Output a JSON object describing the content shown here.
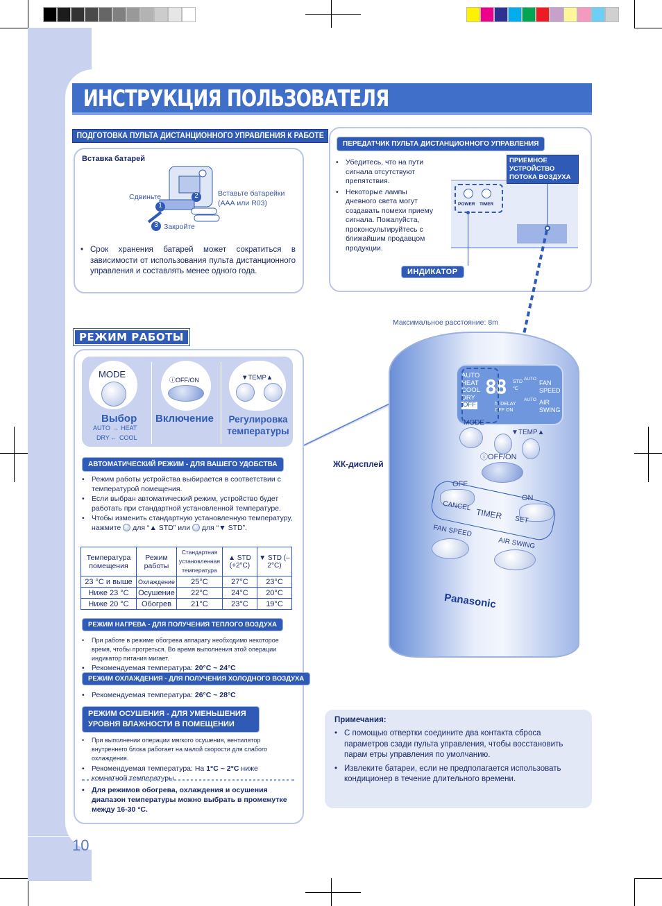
{
  "page": {
    "title": "ИНСТРУКЦИЯ ПОЛЬЗОВАТЕЛЯ",
    "page_number": "10"
  },
  "colors": {
    "primary": "#2f5bb7",
    "title_bar": "#3f6fc9",
    "side_band": "#c9d3ef",
    "notes_bg": "#e2e8f6",
    "text": "#1a2a6c"
  },
  "registration_strips": {
    "gray": [
      "#000000",
      "#1c1c1c",
      "#333333",
      "#4a4a4a",
      "#666666",
      "#808080",
      "#999999",
      "#b3b3b3",
      "#cccccc",
      "#e6e6e6",
      "#ffffff"
    ],
    "color": [
      "#fff200",
      "#ec008c",
      "#2e3192",
      "#00aeef",
      "#00a651",
      "#ed1c24",
      "#c7a0cb",
      "#fff799",
      "#f49ac1",
      "#6dcff6",
      "#d0d0d0"
    ]
  },
  "prep": {
    "header": "ПОДГОТОВКА ПУЛЬТА ДИСТАНЦИОННОГО УПРАВЛЕНИЯ К РАБОТЕ",
    "battery_title": "Вставка батарей",
    "slide_label": "Сдвиньте",
    "insert_label": "Вставьте батарейки (ААА или R03)",
    "close_label": "Закройте",
    "step1": "1",
    "step2": "2",
    "step3": "3",
    "note": "Срок хранения батарей может сократиться в зависимости от использования пульта дистанционного управления и составлять менее одного года."
  },
  "transmitter": {
    "header": "ПЕРЕДАТЧИК ПУЛЬТА ДИСТАНЦИОННОГО УПРАВЛЕНИЯ",
    "bullets": [
      "Убедитесь, что на пути сигнала отсутствуют препятствия.",
      "Некоторые лампы дневного света могут создавать помехи приему сигнала. Пожалуйста, проконсультируйтесь с ближайшим продавцом продукции."
    ],
    "receiver_label": "ПРИЕМНОЕ УСТРОЙСТВО ПОТОКА ВОЗДУХА",
    "indicator_label": "ИНДИКАТОР",
    "power_label": "POWER",
    "timer_label": "TIMER",
    "max_distance": "Максимальное расстояние: 8m"
  },
  "mode": {
    "header": "РЕЖИМ РАБОТЫ",
    "mode_button": "MODE",
    "offon_button": "ⓘOFF/ON",
    "temp_button": "▼TEMP▲",
    "select_label": "Выбор",
    "cycle_auto": "AUTO",
    "cycle_heat": "HEAT",
    "cycle_dry": "DRY",
    "cycle_cool": "COOL",
    "power_label": "Включение",
    "temp_label": "Регулировка температуры"
  },
  "auto_mode": {
    "header": "АВТОМАТИЧЕСКИЙ РЕЖИМ - ДЛЯ ВАШЕГО УДОБСТВА",
    "bullets": [
      "Режим работы устройства выбирается в соответствии с температурой помещения.",
      "Если выбран автоматический режим, устройство будет работать при стандартной установленной температуре."
    ],
    "bullet3_a": "Чтобы изменить стандартную установленную температуру, нажмите",
    "bullet3_b": "для “▲ STD” или",
    "bullet3_c": "для “▼ STD”.",
    "table_header": [
      "Температура помещения",
      "Режим работы",
      "Стандартная установленная температура",
      "▲ STD (+2°C)",
      "▼ STD (–2°C)"
    ],
    "table_rows": [
      [
        "23 °C и выше",
        "Охлаждение",
        "25°C",
        "27°C",
        "23°C"
      ],
      [
        "Ниже 23 °C",
        "Осушение",
        "22°C",
        "24°C",
        "20°C"
      ],
      [
        "Ниже 20 °C",
        "Обогрев",
        "21°C",
        "23°C",
        "19°C"
      ]
    ]
  },
  "heat_mode": {
    "header": "РЕЖИМ НАГРЕВА - ДЛЯ ПОЛУЧЕНИЯ ТЕПЛОГО ВОЗДУХА",
    "bullet1": "При работе в режиме обогрева аппарату необходимо некоторое время, чтобы прогреться. Во время выполнения этой операции индикатор питания мигает.",
    "bullet2_prefix": "Рекомендуемая температура:",
    "bullet2_value": "20°C ~ 24°C"
  },
  "cool_mode": {
    "header": "РЕЖИМ ОХЛАЖДЕНИЯ - ДЛЯ ПОЛУЧЕНИЯ ХОЛОДНОГО ВОЗДУХА",
    "bullet_prefix": "Рекомендуемая температура:",
    "bullet_value": "26°C ~ 28°C"
  },
  "dry_mode": {
    "header_line1": "РЕЖИМ ОСУШЕНИЯ - ДЛЯ УМЕНЬШЕНИЯ",
    "header_line2": "УРОВНЯ ВЛАЖНОСТИ В ПОМЕЩЕНИИ",
    "bullet1": "При выполнении операции мягкого осушения, вентилятор внутреннего блока работает на малой скорости для слабого охлаждения.",
    "bullet2_prefix": "Рекомендуемая температура: На",
    "bullet2_value": "1°C ~ 2°C",
    "bullet2_suffix": "ниже комнатной температуры.",
    "footer": "Для режимов обогрева, охлаждения и осушения диапазон температуры можно выбрать в промежутке между 16-30 °C."
  },
  "remote": {
    "lcd_label": "ЖК-дисплей",
    "lcd_modes": [
      "AUTO",
      "HEAT",
      "COOL",
      "DRY"
    ],
    "lcd_off": "OFF",
    "lcd_std": "STD",
    "lcd_digits": "88",
    "lcd_unit": "°C",
    "lcd_delay": "hr DELAY",
    "lcd_delay2": "OFF ON",
    "lcd_auto1": "AUTO",
    "lcd_auto2": "AUTO",
    "lcd_fan": "FAN",
    "lcd_speed": "SPEED",
    "lcd_air": "AIR",
    "lcd_swing": "SWING",
    "mode": "MODE",
    "temp": "▼TEMP▲",
    "offon": "ⓘOFF/ON",
    "off": "OFF",
    "on": "ON",
    "cancel": "CANCEL",
    "timer": "TIMER",
    "set": "SET",
    "fan_speed": "FAN SPEED",
    "air_swing": "AIR SWING",
    "brand": "Panasonic"
  },
  "notes": {
    "title": "Примечания:",
    "items": [
      "С помощью отвертки соедините два контакта сброса параметров сзади пульта управления, чтобы восстановить парам етры управления по умолчанию.",
      "Извлеките батареи, если не предполагается использовать кондиционер в течение длительного времени."
    ]
  }
}
